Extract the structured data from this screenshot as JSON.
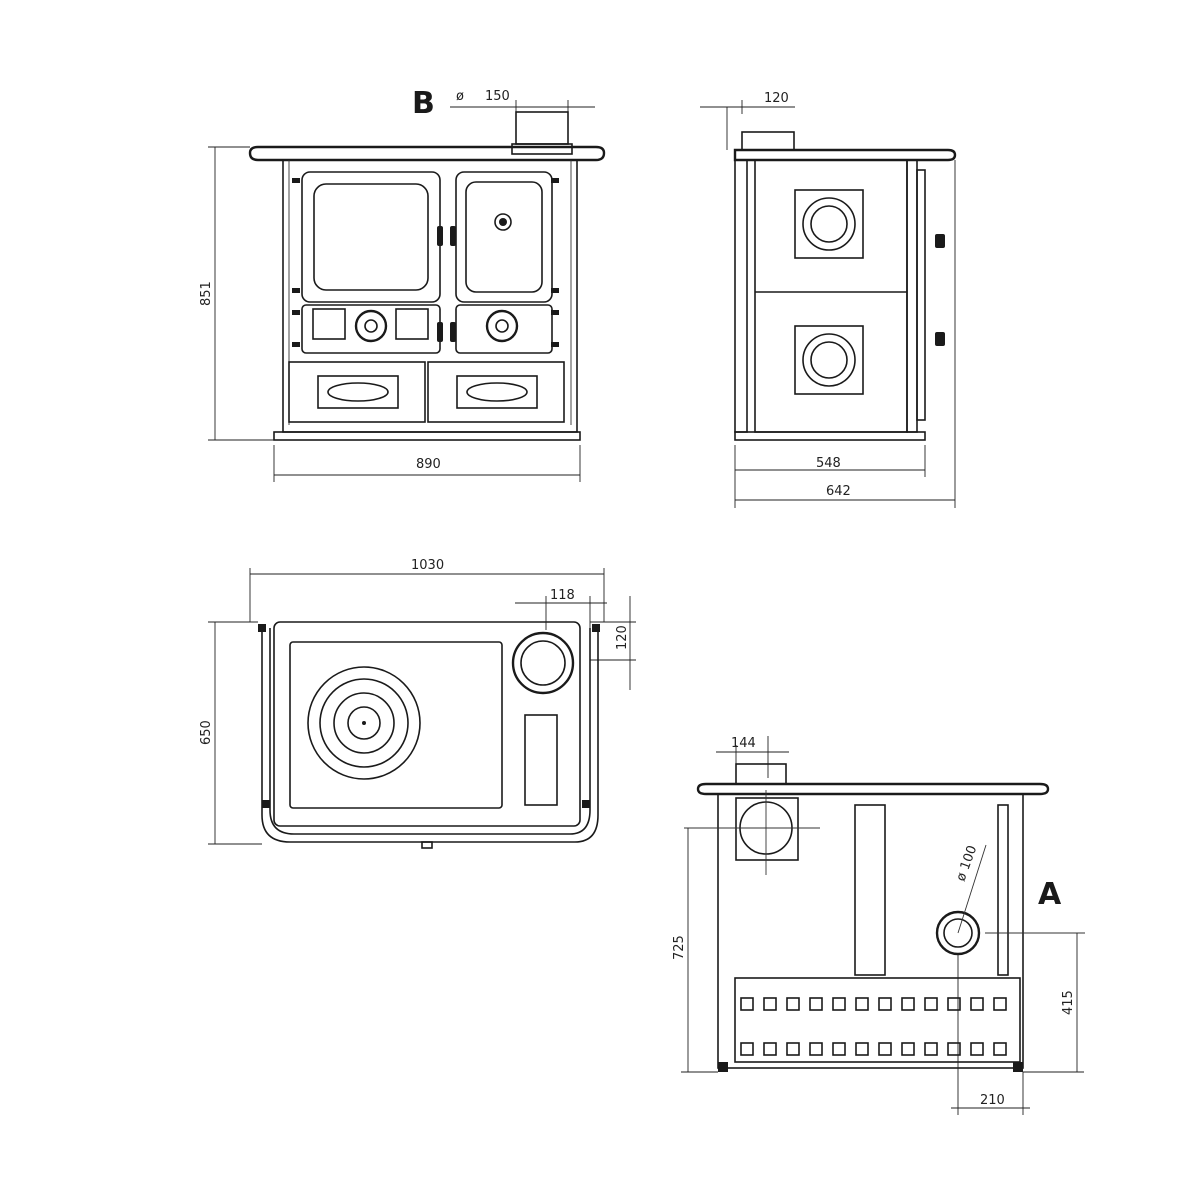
{
  "labels": {
    "B": "B",
    "A": "A"
  },
  "dimensions": {
    "front_flue_diameter": {
      "symbol": "ø",
      "value": "150"
    },
    "front_height": "851",
    "front_width": "890",
    "side_flue_offset": "120",
    "side_depth_inner": "548",
    "side_depth_total": "642",
    "top_width": "1030",
    "top_flue_offset_x": "118",
    "top_flue_offset_y": "120",
    "top_depth": "650",
    "rear_flue_width": "144",
    "rear_height": "725",
    "rear_outlet_diameter": "ø 100",
    "rear_outlet_height": "415",
    "rear_outlet_offset": "210"
  }
}
